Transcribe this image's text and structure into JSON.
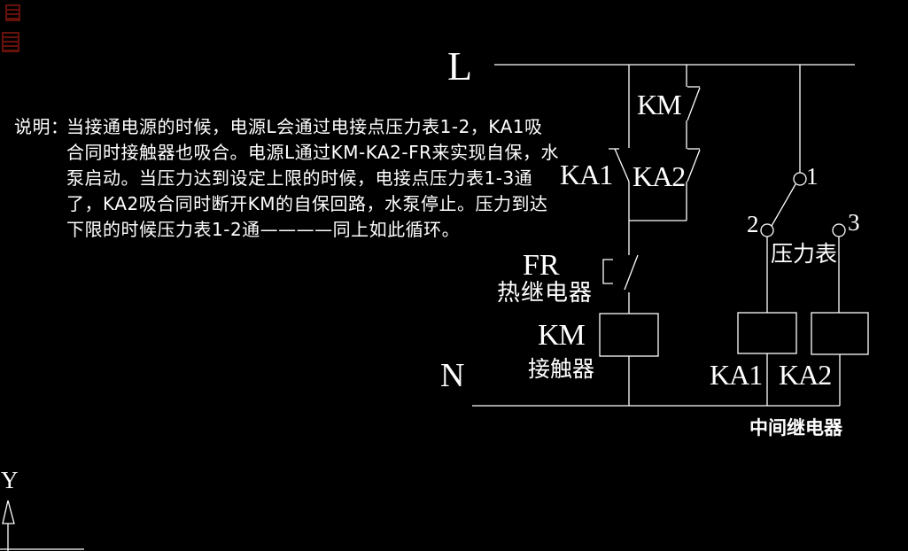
{
  "colors": {
    "background": "#000000",
    "line": "#ffffff",
    "text": "#ffffff",
    "watermark_red": "#7a150d"
  },
  "note": {
    "label": "说明：",
    "lines": [
      "当接通电源的时候，电源L会通过电接点压力表1-2，KA1吸",
      "合同时接触器也吸合。电源L通过KM-KA2-FR来实现自保，水",
      "泵启动。当压力达到设定上限的时候，电接点压力表1-3通",
      "了，KA2吸合同时断开KM的自保回路，水泵停止。压力到达",
      "下限的时候压力表1-2通————同上如此循环。"
    ]
  },
  "circuit": {
    "line_l": "L",
    "line_n": "N",
    "km_contact": "KM",
    "ka1_contact": "KA1",
    "ka2_contact": "KA2",
    "fr": "FR",
    "fr_name": "热继电器",
    "km_coil": "KM",
    "km_coil_name": "接触器",
    "terminal_1": "1",
    "terminal_2": "2",
    "terminal_3": "3",
    "pressure_gauge_name": "压力表",
    "ka1_coil": "KA1",
    "ka2_coil": "KA2",
    "relay_group_name": "中间继电器"
  },
  "ucs_icon": {
    "y_label": "Y"
  }
}
